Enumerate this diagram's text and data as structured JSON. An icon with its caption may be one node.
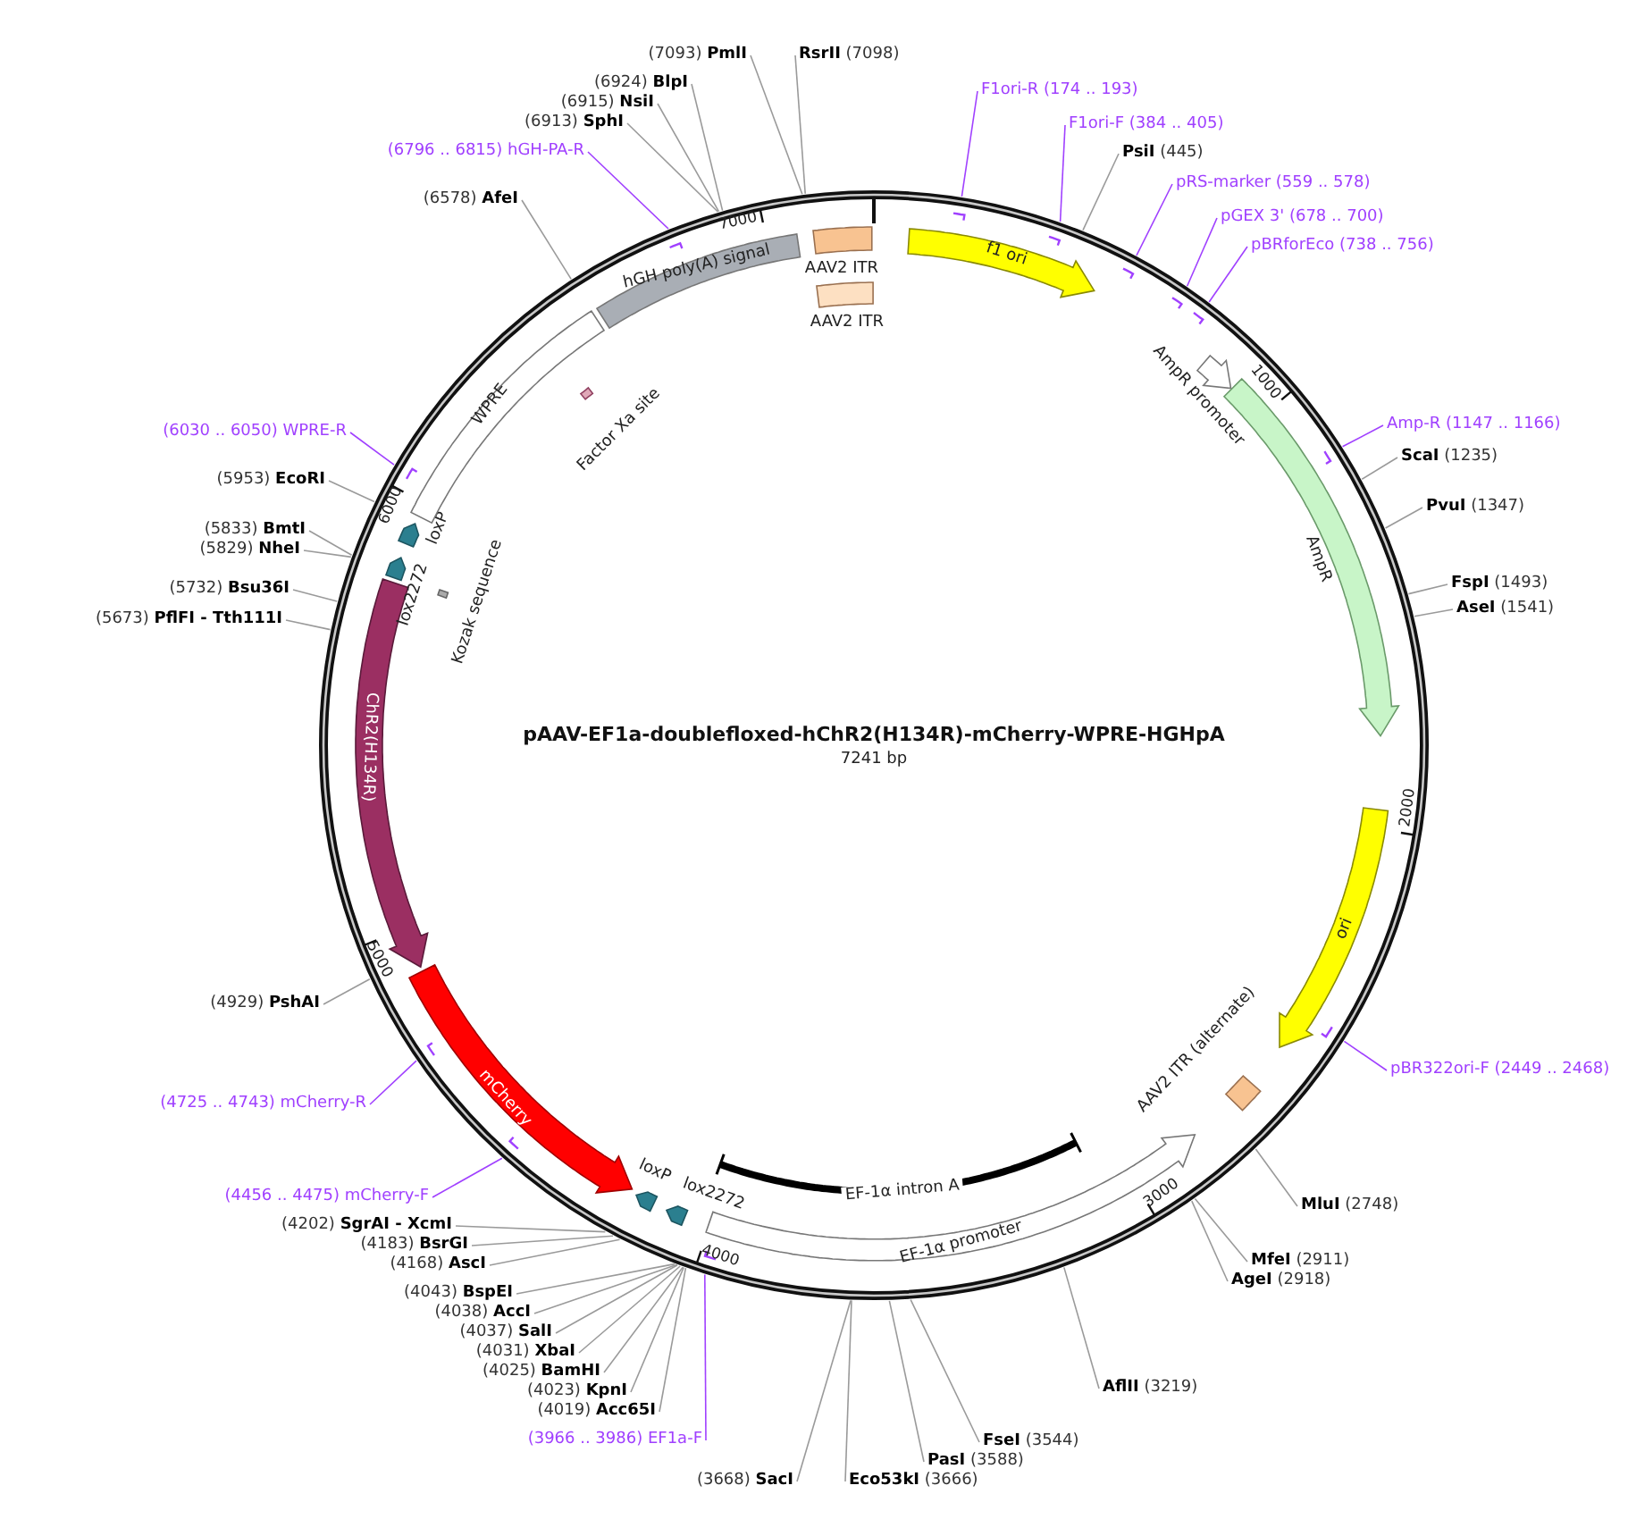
{
  "diagram": {
    "title": "pAAV-EF1a-doublefloxed-hChR2(H134R)-mCherry-WPRE-HGHpA",
    "nodes": [
      {
        "text": [],
        "shape": "circle"
      },
      {
        "text": [
          "AAV2 ITR"
        ],
        "in": 0
      },
      {
        "text": [
          "AAV2 ITR"
        ],
        "in": 0
      },
      {
        "text": [
          "f1 ori"
        ],
        "in": 0
      },
      {
        "text": [
          "AmpR promoter"
        ],
        "in": 0
      },
      {
        "text": [
          "AmpR"
        ],
        "in": 0
      },
      {
        "text": [
          "ori"
        ],
        "in": 0
      },
      {
        "text": [
          "AAV2 ITR (alternate)"
        ],
        "in": 0
      },
      {
        "text": [
          "EF-1α intron A"
        ],
        "in": 0
      },
      {
        "text": [
          "EF-1α promoter"
        ],
        "in": 0
      },
      {
        "text": [
          "lox2272"
        ],
        "in": 0
      },
      {
        "text": [
          "loxP"
        ],
        "in": 0
      },
      {
        "text": [
          "mCherry"
        ],
        "in": 0
      },
      {
        "text": [
          "ChR2(H134R)"
        ],
        "in": 0
      },
      {
        "text": [
          "Kozak sequence"
        ],
        "in": 0
      },
      {
        "text": [
          "lox2272"
        ],
        "in": 0
      },
      {
        "text": [
          "loxP"
        ],
        "in": 0
      },
      {
        "text": [
          "WPRE"
        ],
        "in": 0
      },
      {
        "text": [
          "Factor Xa site"
        ],
        "in": 0
      },
      {
        "text": [
          "hGH poly(A) signal"
        ],
        "in": 0
      },
      {
        "text": [
          "F1ori-R (174 .. 193)"
        ]
      },
      {
        "text": [
          "F1ori-F (384 .. 405)"
        ]
      },
      {
        "text": [
          "**PsiI** (445)"
        ]
      },
      {
        "text": [
          "pRS-marker (559 .. 578)"
        ]
      },
      {
        "text": [
          "pGEX 3' (678 .. 700)"
        ]
      },
      {
        "text": [
          "pBRforEco (738 .. 756)"
        ]
      },
      {
        "text": [
          "Amp-R (1147 .. 1166)"
        ]
      },
      {
        "text": [
          "**ScaI** (1235)"
        ]
      },
      {
        "text": [
          "**PvuI** (1347)"
        ]
      },
      {
        "text": [
          "**FspI** (1493)"
        ]
      },
      {
        "text": [
          "**AseI** (1541)"
        ]
      },
      {
        "text": [
          "pBR322ori-F (2449 .. 2468)"
        ]
      },
      {
        "text": [
          "**MluI** (2748)"
        ]
      },
      {
        "text": [
          "**MfeI** (2911)"
        ]
      },
      {
        "text": [
          "**AgeI** (2918)"
        ]
      },
      {
        "text": [
          "**AflII** (3219)"
        ]
      },
      {
        "text": [
          "**FseI** (3544)"
        ]
      },
      {
        "text": [
          "**PasI** (3588)"
        ]
      },
      {
        "text": [
          "**Eco53kI** (3666)"
        ]
      },
      {
        "text": [
          "(3668) **SacI**"
        ]
      },
      {
        "text": [
          "(3966 .. 3986) EF1a-F"
        ]
      },
      {
        "text": [
          "(4019) **Acc65I**"
        ]
      },
      {
        "text": [
          "(4023) **KpnI**"
        ]
      },
      {
        "text": [
          "(4025) **BamHI**"
        ]
      },
      {
        "text": [
          "(4031) **XbaI**"
        ]
      },
      {
        "text": [
          "(4037) **SalI**"
        ]
      },
      {
        "text": [
          "(4038) **AccI**"
        ]
      },
      {
        "text": [
          "(4043) **BspEI**"
        ]
      },
      {
        "text": [
          "(4168) **AscI**"
        ]
      },
      {
        "text": [
          "(4183) **BsrGI**"
        ]
      },
      {
        "text": [
          "(4202) **SgrAI - XcmI**"
        ]
      },
      {
        "text": [
          "(4456 .. 4475) mCherry-F"
        ]
      },
      {
        "text": [
          "(4725 .. 4743) mCherry-R"
        ]
      },
      {
        "text": [
          "(4929) **PshAI**"
        ]
      },
      {
        "text": [
          "(5673) **PflFI - Tth111I**"
        ]
      },
      {
        "text": [
          "(5732) **Bsu36I**"
        ]
      },
      {
        "text": [
          "(5829) **NheI**"
        ]
      },
      {
        "text": [
          "(5833) **BmtI**"
        ]
      },
      {
        "text": [
          "(5953) **EcoRI**"
        ]
      },
      {
        "text": [
          "(6030 .. 6050) WPRE-R"
        ]
      },
      {
        "text": [
          "(6578) **AfeI**"
        ]
      },
      {
        "text": [
          "(6796 .. 6815) hGH-PA-R"
        ]
      },
      {
        "text": [
          "(6913) **SphI**"
        ]
      },
      {
        "text": [
          "(6915) **NsiI**"
        ]
      },
      {
        "text": [
          "(6924) **BlpI**"
        ]
      },
      {
        "text": [
          "(7093) **PmlI**"
        ]
      },
      {
        "text": [
          "**RsrII** (7098)"
        ]
      }
    ],
    "edges": [
      {
        "from": 20,
        "to": 0,
        "arrow": "none",
        "color": "#a040ff"
      },
      {
        "from": 21,
        "to": 0,
        "arrow": "none",
        "color": "#a040ff"
      },
      {
        "from": 22,
        "to": 0,
        "arrow": "none"
      },
      {
        "from": 23,
        "to": 0,
        "arrow": "none",
        "color": "#a040ff"
      },
      {
        "from": 24,
        "to": 0,
        "arrow": "none",
        "color": "#a040ff"
      },
      {
        "from": 25,
        "to": 0,
        "arrow": "none",
        "color": "#a040ff"
      },
      {
        "from": 26,
        "to": 0,
        "arrow": "none",
        "color": "#a040ff"
      },
      {
        "from": 27,
        "to": 0,
        "arrow": "none"
      },
      {
        "from": 28,
        "to": 0,
        "arrow": "none"
      },
      {
        "from": 29,
        "to": 0,
        "arrow": "none"
      },
      {
        "from": 30,
        "to": 0,
        "arrow": "none"
      },
      {
        "from": 31,
        "to": 0,
        "arrow": "none",
        "color": "#a040ff"
      },
      {
        "from": 32,
        "to": 0,
        "arrow": "none"
      },
      {
        "from": 33,
        "to": 0,
        "arrow": "none"
      },
      {
        "from": 34,
        "to": 0,
        "arrow": "none"
      },
      {
        "from": 35,
        "to": 0,
        "arrow": "none"
      },
      {
        "from": 36,
        "to": 0,
        "arrow": "none"
      },
      {
        "from": 37,
        "to": 0,
        "arrow": "none"
      },
      {
        "from": 38,
        "to": 0,
        "arrow": "none"
      },
      {
        "from": 39,
        "to": 0,
        "arrow": "none"
      },
      {
        "from": 40,
        "to": 0,
        "arrow": "none",
        "color": "#a040ff"
      },
      {
        "from": 41,
        "to": 0,
        "arrow": "none"
      },
      {
        "from": 42,
        "to": 0,
        "arrow": "none"
      },
      {
        "from": 43,
        "to": 0,
        "arrow": "none"
      },
      {
        "from": 44,
        "to": 0,
        "arrow": "none"
      },
      {
        "from": 45,
        "to": 0,
        "arrow": "none"
      },
      {
        "from": 46,
        "to": 0,
        "arrow": "none"
      },
      {
        "from": 47,
        "to": 0,
        "arrow": "none"
      },
      {
        "from": 48,
        "to": 0,
        "arrow": "none"
      },
      {
        "from": 49,
        "to": 0,
        "arrow": "none"
      },
      {
        "from": 50,
        "to": 0,
        "arrow": "none"
      },
      {
        "from": 51,
        "to": 0,
        "arrow": "none",
        "color": "#a040ff"
      },
      {
        "from": 52,
        "to": 0,
        "arrow": "none",
        "color": "#a040ff"
      },
      {
        "from": 53,
        "to": 0,
        "arrow": "none"
      },
      {
        "from": 54,
        "to": 0,
        "arrow": "none"
      },
      {
        "from": 55,
        "to": 0,
        "arrow": "none"
      },
      {
        "from": 56,
        "to": 0,
        "arrow": "none"
      },
      {
        "from": 57,
        "to": 0,
        "arrow": "none"
      },
      {
        "from": 58,
        "to": 0,
        "arrow": "none"
      },
      {
        "from": 59,
        "to": 0,
        "arrow": "none",
        "color": "#a040ff"
      },
      {
        "from": 60,
        "to": 0,
        "arrow": "none"
      },
      {
        "from": 61,
        "to": 0,
        "arrow": "none",
        "color": "#a040ff"
      },
      {
        "from": 62,
        "to": 0,
        "arrow": "none"
      },
      {
        "from": 63,
        "to": 0,
        "arrow": "none"
      },
      {
        "from": 64,
        "to": 0,
        "arrow": "none"
      },
      {
        "from": 65,
        "to": 0,
        "arrow": "none"
      },
      {
        "from": 66,
        "to": 0,
        "arrow": "none"
      }
    ],
    "labels": [
      "7000",
      "1000",
      "6000",
      "7241 bp",
      "2000",
      "5000",
      "3000",
      "4000"
    ]
  }
}
